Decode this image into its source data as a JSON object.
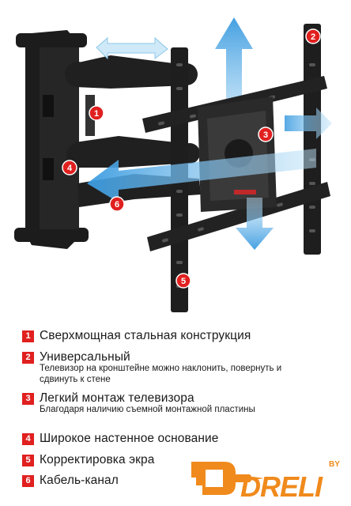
{
  "callouts": [
    "1",
    "2",
    "3",
    "4",
    "5",
    "6"
  ],
  "features": [
    {
      "num": "1",
      "title": "Сверхмощная стальная конструкция",
      "desc": ""
    },
    {
      "num": "2",
      "title": "Универсальный",
      "desc": "Телевизор на кронштейне можно наклонить, повернуть и сдвинуть к стене"
    },
    {
      "num": "3",
      "title": "Легкий монтаж телевизора",
      "desc": "Благодаря наличию съемной монтажной пластины"
    },
    {
      "num": "4",
      "title": "Широкое настенное основание",
      "desc": ""
    },
    {
      "num": "5",
      "title": "Корректировка экра",
      "desc": ""
    },
    {
      "num": "6",
      "title": "Кабель-канал",
      "desc": ""
    }
  ],
  "logo": {
    "brand": "DRELI",
    "superscript": "BY"
  },
  "colors": {
    "accent": "#e0201f",
    "logo_orange": "#f08a1c",
    "arrow_blue": "#4aa8e0",
    "mount_black": "#1b1b1b"
  }
}
